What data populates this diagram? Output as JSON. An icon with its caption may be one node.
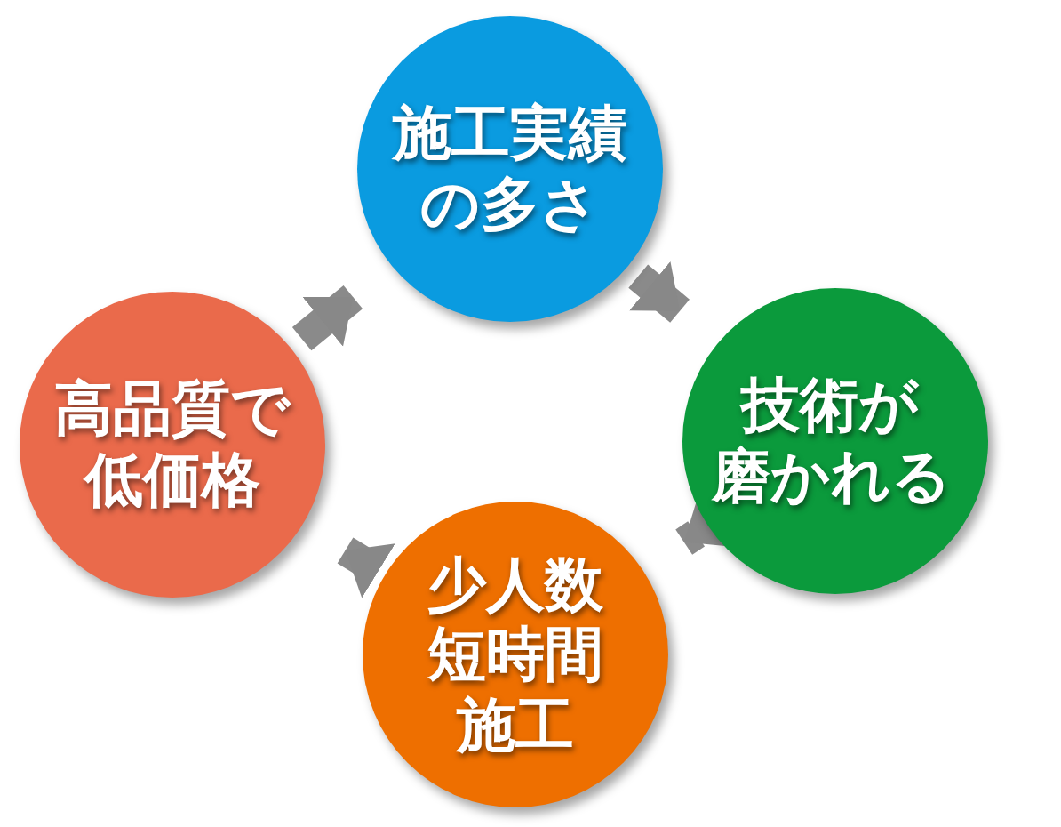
{
  "diagram": {
    "nodes": [
      {
        "text": [
          "施工実績の多さ"
        ]
      },
      {
        "text": [
          "技術が磨かれる"
        ]
      },
      {
        "text": [
          "少人数短時間施工"
        ]
      },
      {
        "text": [
          "高品質で低価格"
        ]
      }
    ],
    "edges": [
      {
        "from": 0,
        "to": 1,
        "arrow": "to"
      },
      {
        "from": 1,
        "to": 2,
        "arrow": "to"
      },
      {
        "from": 2,
        "to": 3,
        "arrow": "to"
      },
      {
        "from": 3,
        "to": 0,
        "arrow": "to"
      }
    ]
  }
}
